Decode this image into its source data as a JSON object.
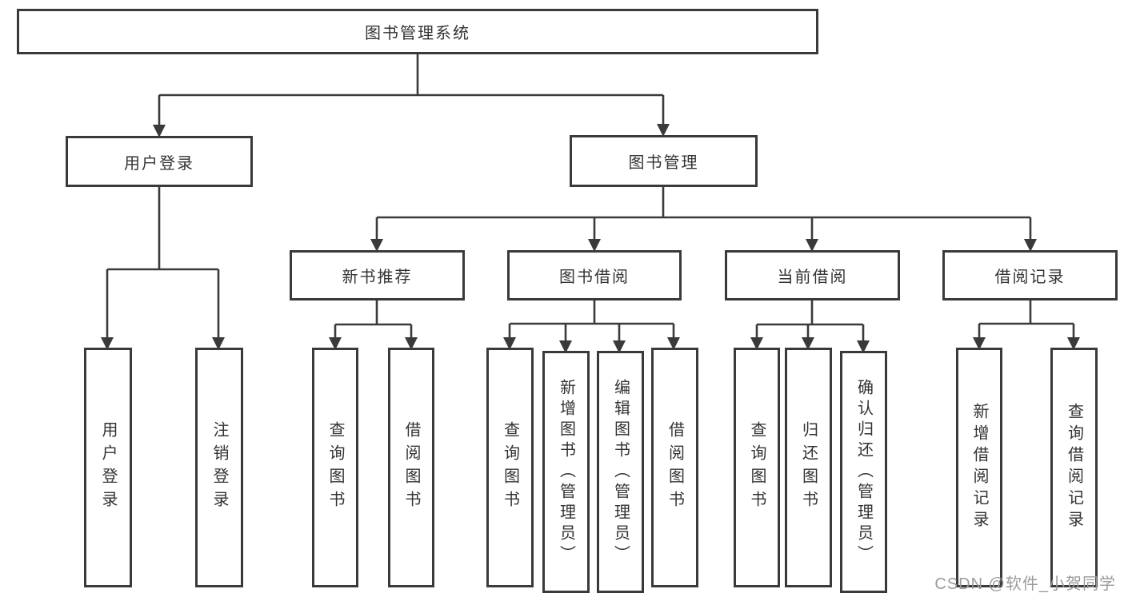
{
  "tree": {
    "label": "图书管理系统",
    "children": [
      {
        "label": "用户登录",
        "children": [
          {
            "label": "用户登录"
          },
          {
            "label": "注销登录"
          }
        ]
      },
      {
        "label": "图书管理",
        "children": [
          {
            "label": "新书推荐",
            "children": [
              {
                "label": "查询图书"
              },
              {
                "label": "借阅图书"
              }
            ]
          },
          {
            "label": "图书借阅",
            "children": [
              {
                "label": "查询图书"
              },
              {
                "label": "新增图书（管理员）"
              },
              {
                "label": "编辑图书（管理员）"
              },
              {
                "label": "借阅图书"
              }
            ]
          },
          {
            "label": "当前借阅",
            "children": [
              {
                "label": "查询图书"
              },
              {
                "label": "归还图书"
              },
              {
                "label": "确认归还（管理员）"
              }
            ]
          },
          {
            "label": "借阅记录",
            "children": [
              {
                "label": "新增借阅记录"
              },
              {
                "label": "查询借阅记录"
              }
            ]
          }
        ]
      }
    ]
  },
  "watermark": {
    "text": "CSDN @软件_小贺同学"
  },
  "colors": {
    "line": "#3a3a3a",
    "text": "#333333",
    "watermark": "#9b9b9b",
    "background": "#ffffff"
  }
}
